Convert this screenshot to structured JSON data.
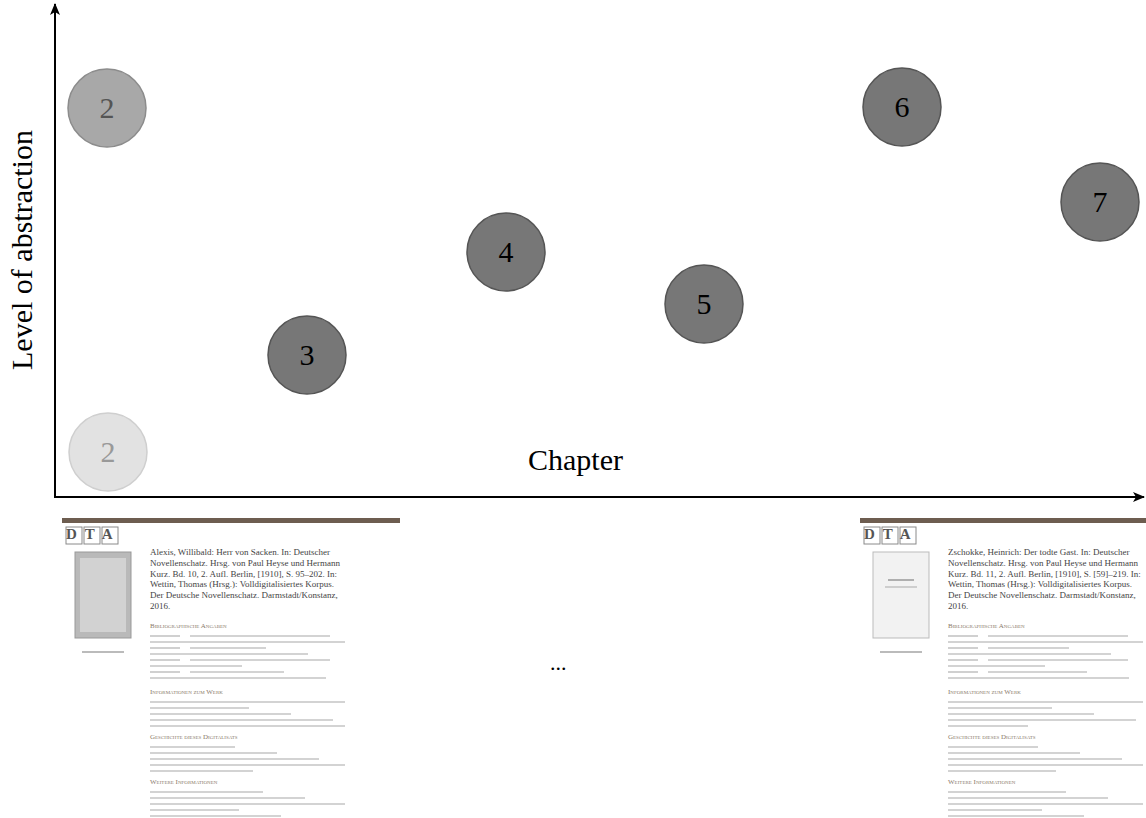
{
  "diagram": {
    "nodes": [
      {
        "text": [
          "2"
        ]
      },
      {
        "text": [
          "6"
        ]
      },
      {
        "text": [
          "7"
        ]
      },
      {
        "text": [
          "4"
        ]
      },
      {
        "text": [
          "5"
        ]
      },
      {
        "text": [
          "3"
        ]
      },
      {
        "text": [
          "2"
        ]
      }
    ],
    "labels": [
      "Level of abstraction",
      "Chapter",
      "...",
      "DTA",
      "Alexis, Willibald: Herr von Sacken. In: Deutscher Novellenschatz. Hrsg. von Paul Heyse und Hermann Kurz. Bd. 10, 2. Aufl. Berlin, [1910], S. 95–202. In: Wettin, Thomas (Hrsg.): Volldigitalisiertes Korpus. Der Deutsche Novellenschatz. Darmstadt/Konstanz, 2016.",
      "Bibliographische Angaben",
      "Informationen zum Werk",
      "Geschichte dieses Digitalisats",
      "Weitere Informationen",
      "DTA",
      "Zschokke, Heinrich: Der todte Gast. In: Deutscher Novellenschatz. Hrsg. von Paul Heyse und Hermann Kurz. Bd. 11, 2. Aufl. Berlin, [1910], S. [59]–219. In: Wettin, Thomas (Hrsg.): Volldigitalisiertes Korpus. Der Deutsche Novellenschatz. Darmstadt/Konstanz, 2016.",
      "Bibliographische Angaben",
      "Informationen zum Werk",
      "Geschichte dieses Digitalisats",
      "Weitere Informationen"
    ]
  }
}
